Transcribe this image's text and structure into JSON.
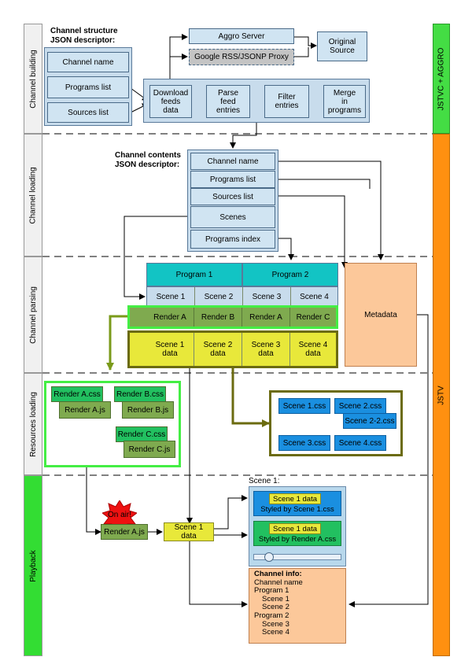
{
  "lanes": {
    "building": "Channel building",
    "loading": "Channel loading",
    "parsing": "Channel parsing",
    "resources": "Resources loading",
    "playback": "Playback"
  },
  "right_bars": {
    "top": "JSTVC + AGGRO",
    "bottom": "JSTV"
  },
  "structure": {
    "title_line1": "Channel structure",
    "title_line2": "JSON descriptor:",
    "items": [
      "Channel name",
      "Programs list",
      "Sources list"
    ]
  },
  "servers": {
    "aggro": "Aggro Server",
    "proxy": "Google RSS/JSONP Proxy",
    "original_line1": "Original",
    "original_line2": "Source"
  },
  "pipeline": [
    {
      "l1": "Download",
      "l2": "feeds",
      "l3": "data"
    },
    {
      "l1": "Parse",
      "l2": "feed",
      "l3": "entries"
    },
    {
      "l1": "Filter",
      "l2": "entries",
      "l3": ""
    },
    {
      "l1": "Merge",
      "l2": "in",
      "l3": "programs"
    }
  ],
  "contents": {
    "title_line1": "Channel contents",
    "title_line2": "JSON descriptor:",
    "items": [
      "Channel name",
      "Programs list",
      "Sources list",
      "Scenes",
      "Programs index"
    ]
  },
  "parsing": {
    "programs": [
      "Program 1",
      "Program 2"
    ],
    "scenes": [
      "Scene 1",
      "Scene 2",
      "Scene 3",
      "Scene 4"
    ],
    "renders": [
      "Render A",
      "Render B",
      "Render A",
      "Render C"
    ],
    "data": [
      {
        "l1": "Scene 1",
        "l2": "data"
      },
      {
        "l1": "Scene 2",
        "l2": "data"
      },
      {
        "l1": "Scene 3",
        "l2": "data"
      },
      {
        "l1": "Scene 4",
        "l2": "data"
      }
    ],
    "metadata": "Metadata"
  },
  "resources": {
    "render_files": [
      "Render A.css",
      "Render A.js",
      "Render B.css",
      "Render B.js",
      "Render C.css",
      "Render C.js"
    ],
    "scene_css": [
      "Scene 1.css",
      "Scene 2.css",
      "Scene 2-2.css",
      "Scene 3.css",
      "Scene 4.css"
    ]
  },
  "playback": {
    "on_air": "On air!",
    "render_js": "Render A.js",
    "scene_data_l1": "Scene 1",
    "scene_data_l2": "data",
    "scene_label": "Scene 1:",
    "screen1_data": "Scene 1 data",
    "screen1_style": "Styled by Scene 1.css",
    "screen2_data": "Scene 1 data",
    "screen2_style": "Styled by Render A.css",
    "info_title": "Channel info:",
    "info_lines": [
      "Channel name",
      "Program 1",
      "Scene 1",
      "Scene 2",
      "Program 2",
      "Scene 3",
      "Scene 4"
    ]
  }
}
